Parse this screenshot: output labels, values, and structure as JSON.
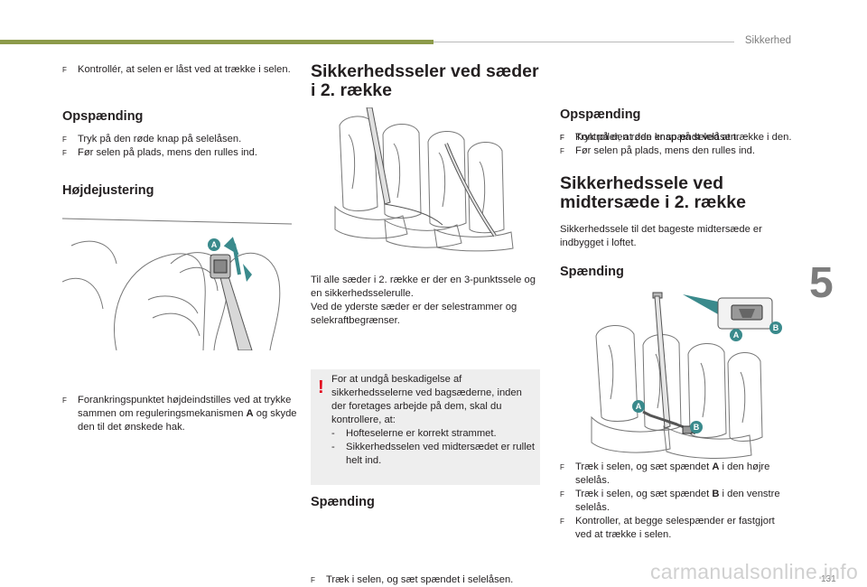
{
  "header": {
    "section_title": "Sikkerhed",
    "chapter_number": "5",
    "page_number": "131"
  },
  "watermark": "carmanualsonline.info",
  "bullet_symbol": "F",
  "col1": {
    "intro_bullet": "Kontrollér, at selen er låst ved at trække i selen.",
    "opspaending": {
      "title": "Opspænding",
      "items": [
        "Tryk på den røde knap på selelåsen.",
        "Før selen på plads, mens den rulles ind."
      ]
    },
    "hojde": {
      "title": "Højdejustering",
      "badge": "A",
      "item_pre": "Forankringspunktet højdeindstilles ved at trykke sammen om reguleringsmekanismen ",
      "item_bold": "A",
      "item_post": " og skyde den til det ønskede hak."
    }
  },
  "col2": {
    "title_line1": "Sikkerhedsseler ved sæder",
    "title_line2": "i 2. række",
    "para": [
      "Til alle sæder i 2. række er der en 3-punktssele og en sikkerhedsselerulle.",
      "Ved de yderste sæder er der selestrammer og selekraftbegrænser."
    ],
    "warning": {
      "mark": "!",
      "intro": "For at undgå beskadigelse af sikkerhedsselerne ved bagsæderne, inden der foretages arbejde på dem, skal du kontrollere, at:",
      "dash": "-",
      "items": [
        "Hofteselerne er korrekt strammet.",
        "Sikkerhedsselen ved midtersædet er rullet helt ind."
      ]
    },
    "spaending": {
      "title": "Spænding",
      "item": "Træk i selen, og sæt spændet i selelåsen."
    }
  },
  "col3": {
    "intro_bullet": "Kontroller, at den er spændt ved at trække i den.",
    "opspaending": {
      "title": "Opspænding",
      "items": [
        "Tryk på den røde knap på selelåsen.",
        "Før selen på plads, mens den rulles ind."
      ]
    },
    "midt_title_line1": "Sikkerhedssele ved",
    "midt_title_line2": "midtersæde i 2. række",
    "midt_para": "Sikkerhedssele til det bageste midtersæde er indbygget i loftet.",
    "spaending": {
      "title": "Spænding",
      "badges": {
        "a": "A",
        "b": "B"
      },
      "items": [
        {
          "pre": "Træk i selen, og sæt spændet ",
          "bold": "A",
          "post": " i den højre selelås."
        },
        {
          "pre": "Træk i selen, og sæt spændet ",
          "bold": "B",
          "post": " i den venstre selelås."
        },
        {
          "pre": "Kontroller, at begge selespænder er fastgjort ved at trække i selen.",
          "bold": "",
          "post": ""
        }
      ]
    }
  }
}
